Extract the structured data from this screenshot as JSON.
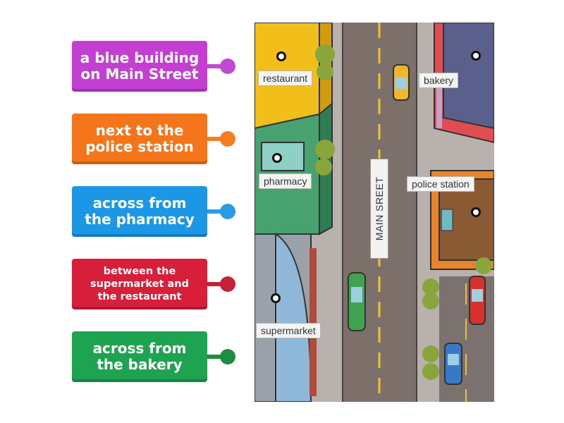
{
  "tiles": [
    {
      "text": "a blue building\non Main Street",
      "color": "#c23fd1",
      "knob": "#c04ad0"
    },
    {
      "text": "next to the\npolice station",
      "color": "#f5761a",
      "knob": "#f57e1e"
    },
    {
      "text": "across from\nthe pharmacy",
      "color": "#1c97e6",
      "knob": "#2a9be6"
    },
    {
      "text": "between the\nsupermarket and\nthe restaurant",
      "color": "#d71f3a",
      "knob": "#c81f38"
    },
    {
      "text": "across from\nthe bakery",
      "color": "#1ea451",
      "knob": "#1f8b45"
    }
  ],
  "map": {
    "labels": {
      "restaurant": "restaurant",
      "bakery": "bakery",
      "pharmacy": "pharmacy",
      "police_station": "police station",
      "supermarket": "supermarket"
    },
    "street_name": "MAIN SREET"
  },
  "colors": {
    "road": "#7d6f6a",
    "sidewalk": "#a39b98",
    "restaurant": "#f2bf1a",
    "pharmacy": "#48a26f",
    "bakery": "#e04d52",
    "police_station": "#e9842d",
    "supermarket": "#8fb8d8",
    "tree": "#8aa53a"
  }
}
